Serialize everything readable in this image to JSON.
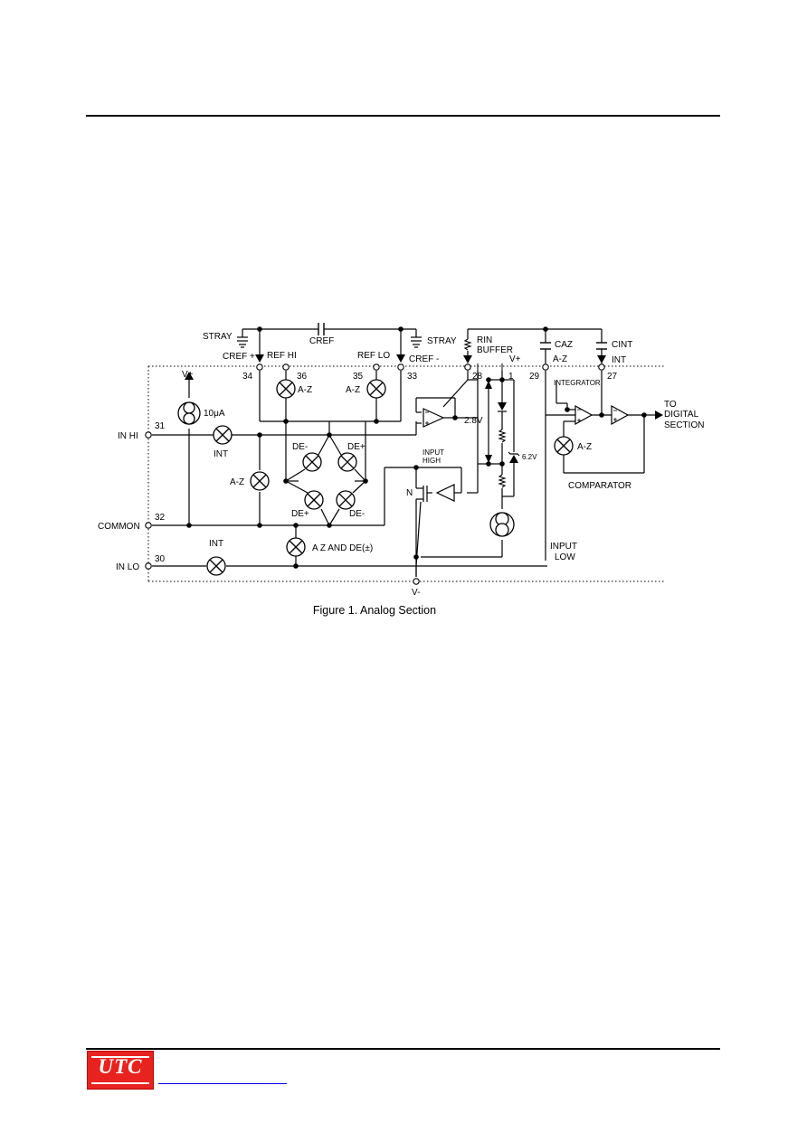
{
  "caption": "Figure 1. Analog Section",
  "footer": {
    "logo_text": "UTC",
    "link_text": ""
  },
  "colors": {
    "logo_bg": "#e8231f",
    "link": "#0000ee",
    "ink": "#000000"
  },
  "schematic": {
    "stray_left": "STRAY",
    "stray_right": "STRAY",
    "cref": "CREF",
    "cref_plus": "CREF +",
    "cref_minus": "CREF -",
    "ref_hi": "REF HI",
    "ref_lo": "REF LO",
    "rin": "RIN",
    "buffer": "BUFFER",
    "vplus_top": "V+",
    "caz": "CAZ",
    "cint": "CINT",
    "az_top": "A-Z",
    "int_top": "INT",
    "pin34": "34",
    "pin36": "36",
    "pin35": "35",
    "pin33": "33",
    "pin28": "28",
    "pin1": "1",
    "pin29": "29",
    "pin27": "27",
    "pin31": "31",
    "pin32": "32",
    "pin30": "30",
    "vplus_left": "V+",
    "current_10ua": "10μA",
    "az_sw1": "A-Z",
    "az_sw2": "A-Z",
    "az_sw3": "A-Z",
    "az_sw4": "A-Z",
    "in_hi": "IN HI",
    "common": "COMMON",
    "in_lo": "IN LO",
    "int_sw": "INT",
    "int_sw2": "INT",
    "de_minus_1": "DE-",
    "de_plus_1": "DE+",
    "de_plus_2": "DE+",
    "de_minus_2": "DE-",
    "az_de": "A Z AND DE(±)",
    "v_2_8": "2.8V",
    "v_6_2": "6.2V",
    "integrator": "INTEGRATOR",
    "to_digital_1": "TO",
    "to_digital_2": "DIGITAL",
    "to_digital_3": "SECTION",
    "comparator": "COMPARATOR",
    "input_high_1": "INPUT",
    "input_high_2": "HIGH",
    "n_label": "N",
    "input_low_1": "INPUT",
    "input_low_2": "LOW",
    "vminus": "V-"
  }
}
